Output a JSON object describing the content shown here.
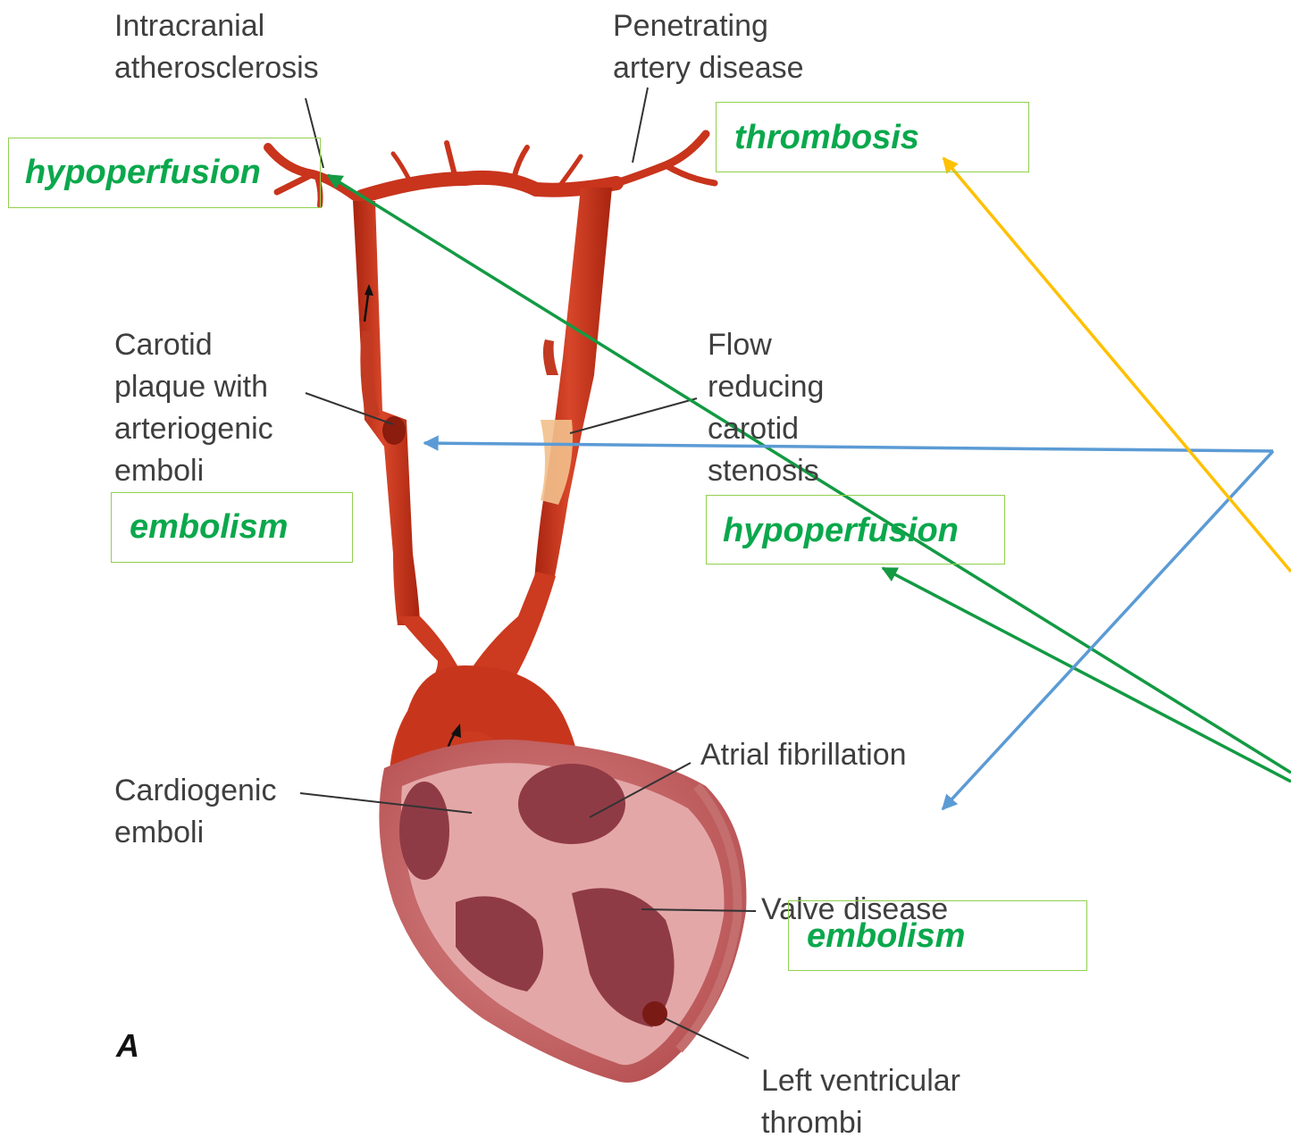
{
  "figure": {
    "panel_letter": "A",
    "anatomy_labels": {
      "intracranial": [
        "Intracranial",
        "atherosclerosis"
      ],
      "penetrating": [
        "Penetrating",
        "artery disease"
      ],
      "carotid_plaque": [
        "Carotid",
        "plaque with",
        "arteriogenic",
        "emboli"
      ],
      "flow_reducing": [
        "Flow",
        "reducing",
        "carotid",
        "stenosis"
      ],
      "atrial_fibrillation": [
        "Atrial fibrillation"
      ],
      "cardiogenic": [
        "Cardiogenic",
        "emboli"
      ],
      "valve_disease": [
        "Valve disease"
      ],
      "lv_thrombi": [
        "Left ventricular",
        "thrombi"
      ]
    },
    "mechanism_boxes": {
      "top_left": "hypoperfusion",
      "top_right": "thrombosis",
      "mid_left": "embolism",
      "mid_right": "hypoperfusion",
      "bottom_right": "embolism"
    }
  },
  "colors": {
    "mechanism_text": "#0aa84c",
    "box_border": "#92d050",
    "arrow_green": "#139a43",
    "arrow_blue": "#5b9bd5",
    "arrow_yellow": "#ffc000",
    "artery": "#c8341c",
    "label_text": "#3f3f3f"
  }
}
